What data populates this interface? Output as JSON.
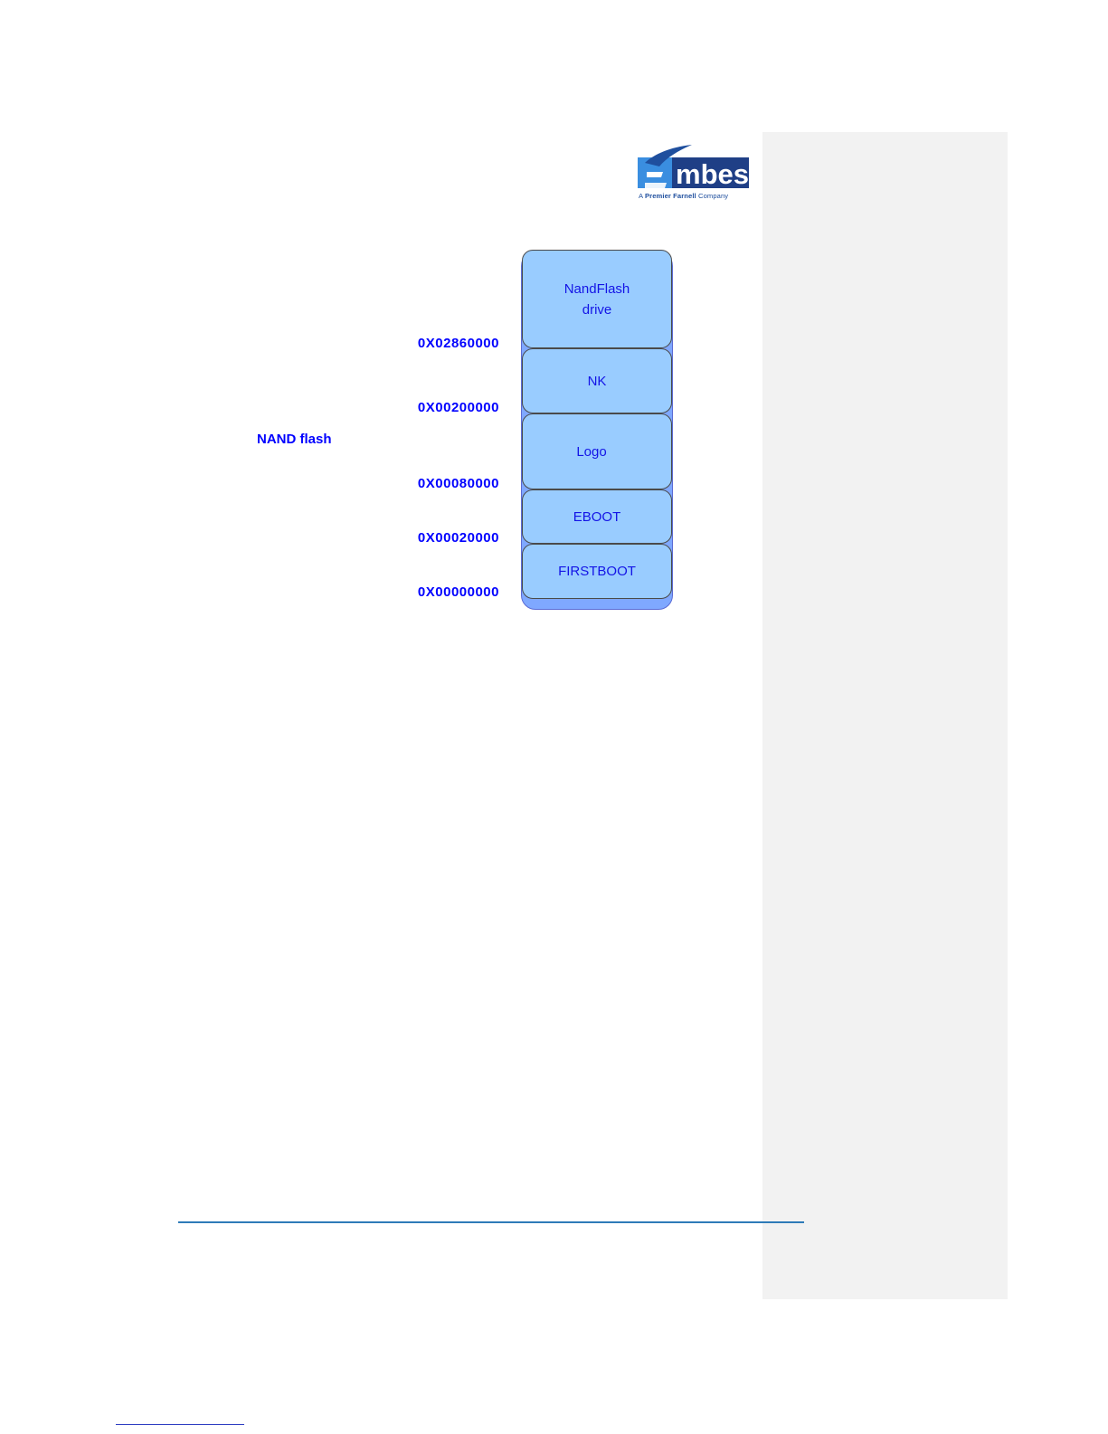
{
  "logo": {
    "wordmark": "mbest",
    "tagline_prefix": "A",
    "tagline_bold": "Premier Farnell",
    "tagline_suffix": "Company",
    "brand_color": "#1f4f9e",
    "accent_color": "#3a8ee0"
  },
  "diagram": {
    "device_label": "NAND flash",
    "blocks": [
      {
        "line1": "NandFlash",
        "line2": "drive"
      },
      {
        "line1": "NK",
        "line2": ""
      },
      {
        "line1": "Logo",
        "line2": ""
      },
      {
        "line1": "EBOOT",
        "line2": ""
      },
      {
        "line1": "FIRSTBOOT",
        "line2": ""
      }
    ],
    "addresses": [
      "0X02860000",
      "0X00200000",
      "0X00080000",
      "0X00020000",
      "0X00000000"
    ],
    "colors": {
      "block_fill": "#99ccff",
      "stack_fill": "#7fa8ff",
      "text": "#1414e6",
      "address_text": "#0000ff"
    }
  },
  "comment_pane": {
    "background": "#f2f2f2"
  }
}
